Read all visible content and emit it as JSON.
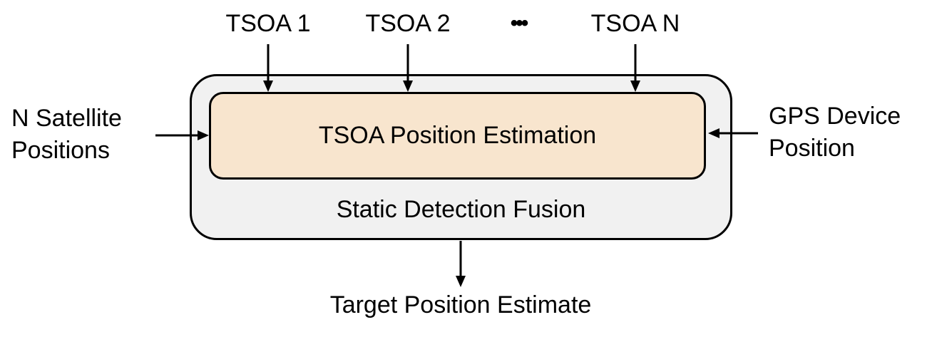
{
  "diagram": {
    "top_inputs": [
      {
        "label": "TSOA 1"
      },
      {
        "label": "TSOA 2"
      },
      {
        "label": "TSOA N"
      }
    ],
    "ellipsis": "•••",
    "left_input": {
      "line1": "N Satellite",
      "line2": "Positions"
    },
    "right_input": {
      "line1": "GPS Device",
      "line2": "Position"
    },
    "inner_box_label": "TSOA Position Estimation",
    "outer_box_label": "Static Detection Fusion",
    "output_label": "Target Position Estimate",
    "colors": {
      "outer_box_fill": "#F1F1F1",
      "inner_box_fill": "#F8E5CE",
      "border": "#000000",
      "background": "#FFFFFF",
      "text": "#000000"
    }
  }
}
